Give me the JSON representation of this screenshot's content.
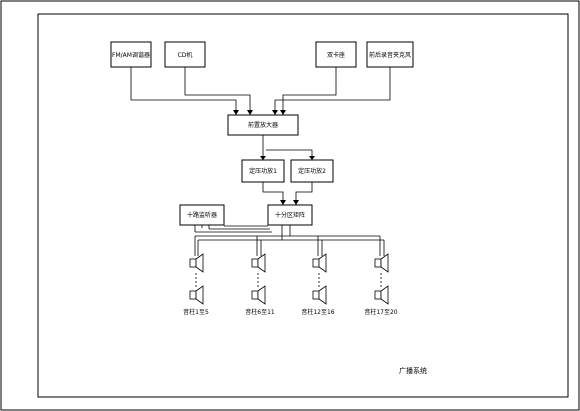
{
  "diagram": {
    "title": "广播系统",
    "sources": {
      "tuner": "FM/AM调谐器",
      "cd": "CD机",
      "deck": "双卡座",
      "mic": "前后录音夹克风"
    },
    "preamp": "前置放大器",
    "amps": [
      "定压功放1",
      "定压功放2"
    ],
    "router": "十分区矩阵",
    "monitor": "十路监听器",
    "speaker_groups": [
      "音柱1至5",
      "音柱6至11",
      "音柱12至16",
      "音柱17至20"
    ]
  }
}
